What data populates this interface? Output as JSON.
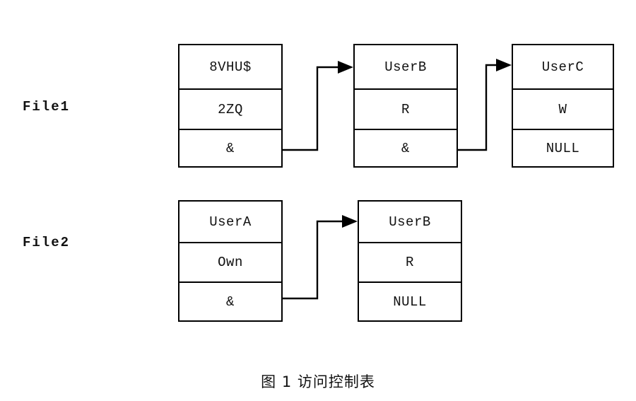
{
  "figure": {
    "caption": "图 1 访问控制表",
    "background_color": "#ffffff",
    "line_color": "#000000",
    "text_color": "#111111"
  },
  "rows": [
    {
      "label": "File1",
      "nodes": [
        {
          "name": "node-file1-a",
          "cells": [
            "8VHU$",
            "2ZQ",
            "&"
          ]
        },
        {
          "name": "node-file1-b",
          "cells": [
            "UserB",
            "R",
            "&"
          ]
        },
        {
          "name": "node-file1-c",
          "cells": [
            "UserC",
            "W",
            "NULL"
          ]
        }
      ]
    },
    {
      "label": "File2",
      "nodes": [
        {
          "name": "node-file2-a",
          "cells": [
            "UserA",
            "Own",
            "&"
          ]
        },
        {
          "name": "node-file2-b",
          "cells": [
            "UserB",
            "R",
            "NULL"
          ]
        }
      ]
    }
  ],
  "connectors": [
    {
      "name": "pointer-file1-a-to-b",
      "from": "node-file1-a",
      "to": "node-file1-b"
    },
    {
      "name": "pointer-file1-b-to-c",
      "from": "node-file1-b",
      "to": "node-file1-c"
    },
    {
      "name": "pointer-file2-a-to-b",
      "from": "node-file2-a",
      "to": "node-file2-b"
    }
  ]
}
